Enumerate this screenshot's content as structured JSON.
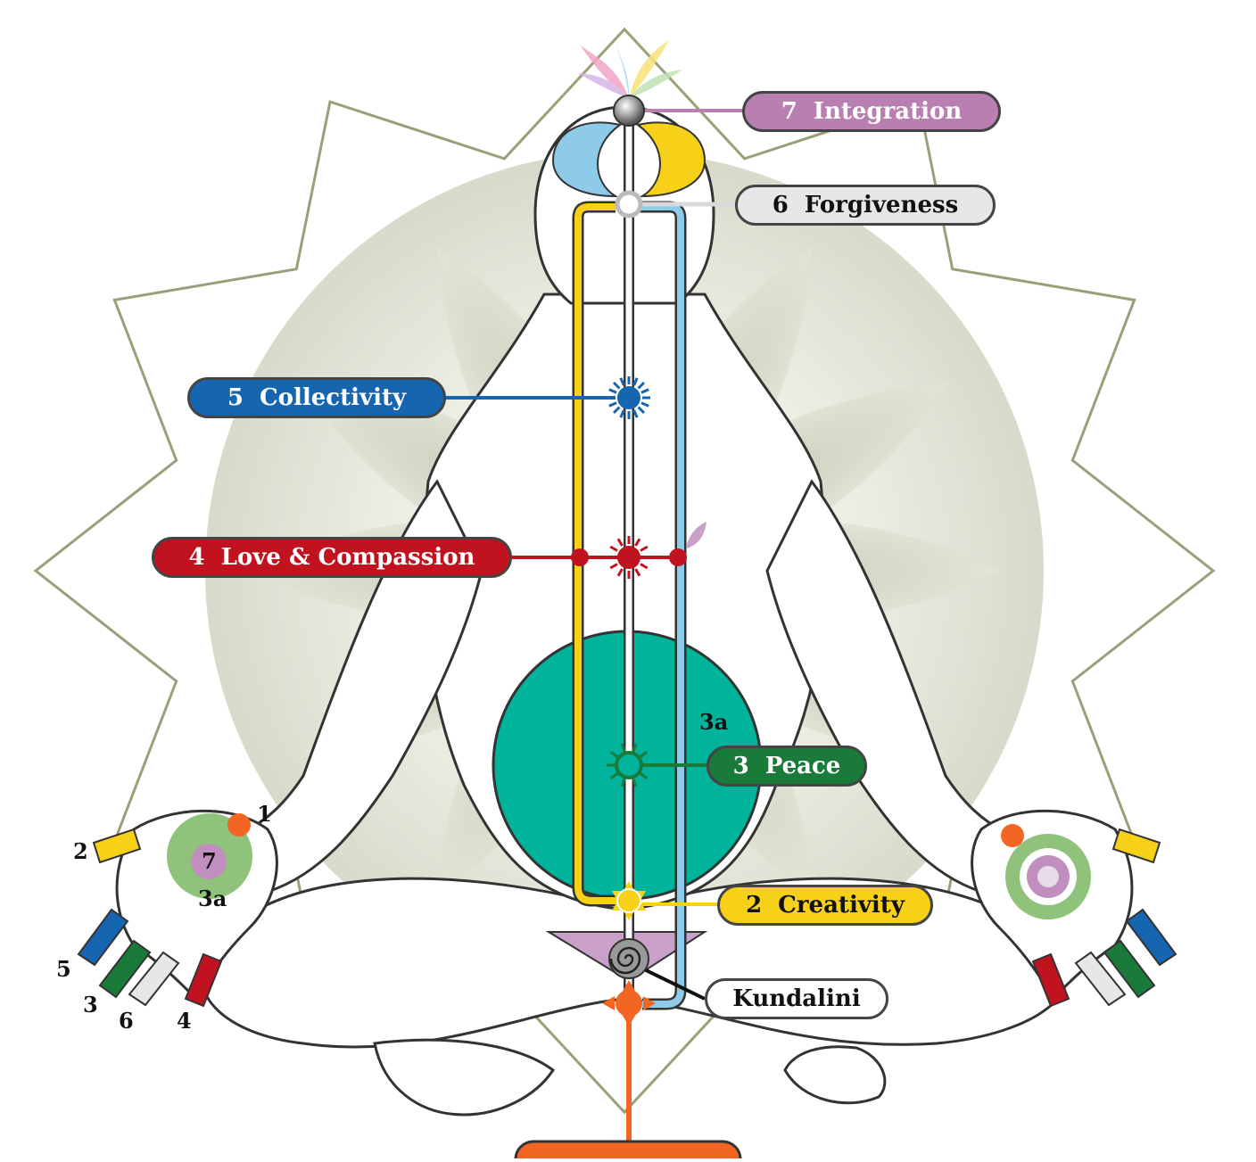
{
  "chakras": [
    {
      "number": "7",
      "name": "Integration",
      "color": "#b97fb0",
      "text_color": "#ffffff"
    },
    {
      "number": "6",
      "name": "Forgiveness",
      "color": "#e6e7e8",
      "text_color": "#111111"
    },
    {
      "number": "5",
      "name": "Collectivity",
      "color": "#1665b0",
      "text_color": "#ffffff"
    },
    {
      "number": "4",
      "name": "Love & Compassion",
      "color": "#c1121f",
      "text_color": "#ffffff"
    },
    {
      "number": "3",
      "name": "Peace",
      "color": "#197a3a",
      "text_color": "#ffffff"
    },
    {
      "number": "2",
      "name": "Creativity",
      "color": "#f7d117",
      "text_color": "#111111"
    }
  ],
  "kundalini_label": "Kundalini",
  "void_label": "3a",
  "left_hand": {
    "palm_center": "7",
    "palm_sub": "3a",
    "finger_labels": [
      "1",
      "2",
      "5",
      "3",
      "6",
      "4"
    ]
  },
  "colors": {
    "background_lotus": "#a9b08e",
    "body_fill": "#ffffff",
    "body_outline": "#333333",
    "void_teal": "#00b39b",
    "left_channel": "#f7d117",
    "right_channel": "#8ecbe8",
    "mooladhara": "#f26522",
    "sacrum": "#c9a0c7"
  }
}
